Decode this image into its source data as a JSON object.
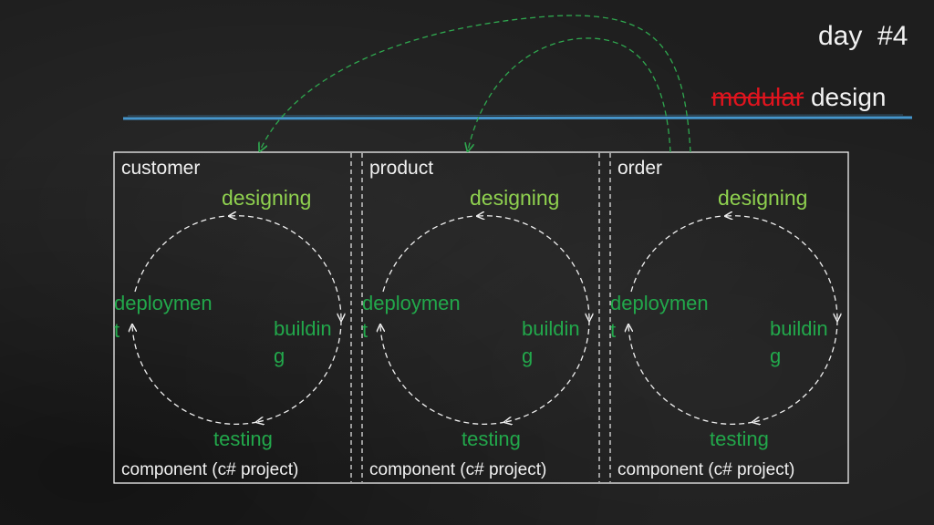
{
  "header": {
    "title": "day  #4",
    "subtitle_struck": "modular",
    "subtitle_rest": " design"
  },
  "colors": {
    "background": "#1e1e1e",
    "accent_line": "#4aa3df",
    "struck_text": "#e0141e",
    "stage_green": "#22a84b",
    "designing_green": "#8fd14f",
    "arrow_green": "#2fa84f",
    "border": "#f0f0f0"
  },
  "components": [
    {
      "name": "customer",
      "stages": {
        "designing": "designing",
        "building": "buildin\ng",
        "testing": "testing",
        "deployment": "deploymen\nt"
      },
      "footer": "component (c# project)"
    },
    {
      "name": "product",
      "stages": {
        "designing": "designing",
        "building": "buildin\ng",
        "testing": "testing",
        "deployment": "deploymen\nt"
      },
      "footer": "component (c# project)"
    },
    {
      "name": "order",
      "stages": {
        "designing": "designing",
        "building": "buildin\ng",
        "testing": "testing",
        "deployment": "deploymen\nt"
      },
      "footer": "component (c# project)"
    }
  ]
}
